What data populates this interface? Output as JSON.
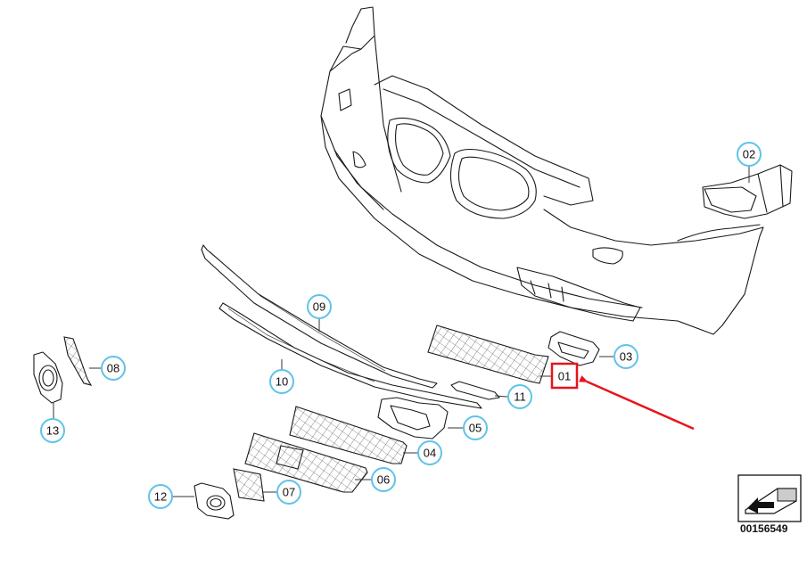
{
  "callouts": [
    {
      "id": "01",
      "label": "01"
    },
    {
      "id": "02",
      "label": "02"
    },
    {
      "id": "03",
      "label": "03"
    },
    {
      "id": "04",
      "label": "04"
    },
    {
      "id": "05",
      "label": "05"
    },
    {
      "id": "06",
      "label": "06"
    },
    {
      "id": "07",
      "label": "07"
    },
    {
      "id": "08",
      "label": "08"
    },
    {
      "id": "09",
      "label": "09"
    },
    {
      "id": "10",
      "label": "10"
    },
    {
      "id": "11",
      "label": "11"
    },
    {
      "id": "12",
      "label": "12"
    },
    {
      "id": "13",
      "label": "13"
    }
  ],
  "highlight": {
    "label": "01",
    "color": "#e8141b"
  },
  "arrow_color": "#e8141b",
  "callout_color": "#5fc3e8",
  "diagram_code": "00156549"
}
